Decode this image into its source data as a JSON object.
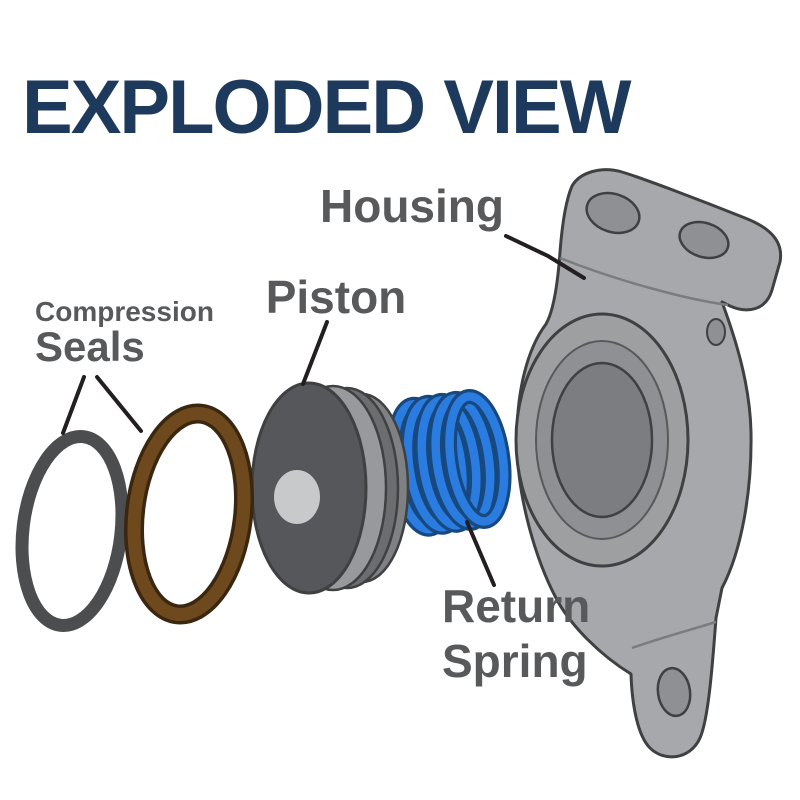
{
  "title": "EXPLODED VIEW",
  "parts": {
    "housing": {
      "label": "Housing"
    },
    "piston": {
      "label": "Piston"
    },
    "compression_seals": {
      "label_line1": "Compression",
      "label_line2": "Seals"
    },
    "return_spring": {
      "label_line1": "Return",
      "label_line2": "Spring"
    }
  },
  "colors": {
    "title": "#1d3a5c",
    "label": "#58595b",
    "leader": "#231f20",
    "outline": "#3f4041",
    "seal_gray": "#4c4d4f",
    "seal_brown": "#6e491d",
    "seal_brown_dark": "#3b2710",
    "piston_face": "#56575a",
    "piston_groove_light": "#97999c",
    "piston_groove_mid": "#6c6d70",
    "piston_groove_back": "#7e8083",
    "piston_center": "#c8c9cb",
    "spring_blue": "#2b7ce0",
    "spring_blue_dark": "#17497f",
    "housing_body": "#a6a8ab",
    "housing_mid": "#8e9093",
    "housing_bore": "#7b7d80"
  }
}
